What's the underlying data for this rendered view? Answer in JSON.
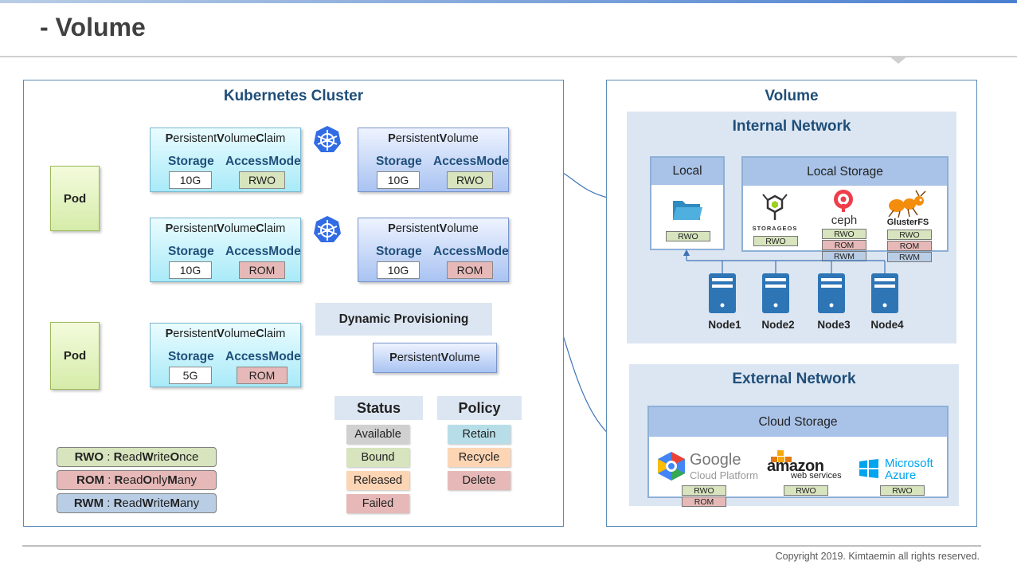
{
  "page": {
    "title": "- Volume",
    "copyright": "Copyright 2019. Kimtaemin all rights reserved."
  },
  "cluster": {
    "title": "Kubernetes Cluster",
    "pod_label": "Pod",
    "storage_label": "Storage",
    "access_label": "AccessMode",
    "pvc_name": {
      "p1": "P",
      "p2": "ersistent",
      "p3": "V",
      "p4": "olume",
      "p5": "C",
      "p6": "laim"
    },
    "pv_name": {
      "p1": "P",
      "p2": "ersistent",
      "p3": "V",
      "p4": "olume"
    },
    "claims": [
      {
        "storage": "10G",
        "mode": "RWO"
      },
      {
        "storage": "10G",
        "mode": "ROM"
      },
      {
        "storage": "5G",
        "mode": "ROM"
      }
    ],
    "volumes": [
      {
        "storage": "10G",
        "mode": "RWO"
      },
      {
        "storage": "10G",
        "mode": "ROM"
      }
    ],
    "dynamic_provisioning": "Dynamic Provisioning",
    "status_title": "Status",
    "policy_title": "Policy",
    "statuses": [
      "Available",
      "Bound",
      "Released",
      "Failed"
    ],
    "policies": [
      "Retain",
      "Recycle",
      "Delete"
    ],
    "legend": [
      {
        "abbr": "RWO",
        "sep": " : ",
        "a": "R",
        "b": "ead",
        "c": "W",
        "d": "rite",
        "e": "O",
        "f": "nce"
      },
      {
        "abbr": "ROM",
        "sep": " : ",
        "a": "R",
        "b": "ead",
        "c": "O",
        "d": "nly",
        "e": "M",
        "f": "any"
      },
      {
        "abbr": "RWM",
        "sep": " : ",
        "a": "R",
        "b": "ead",
        "c": "W",
        "d": "rite",
        "e": "M",
        "f": "any"
      }
    ]
  },
  "volume": {
    "title": "Volume",
    "internal_title": "Internal Network",
    "external_title": "External Network",
    "local_title": "Local",
    "local_storage_title": "Local Storage",
    "cloud_storage_title": "Cloud Storage",
    "local_modes": [
      "RWO"
    ],
    "storageos": {
      "logo_text": "STORAGEOS",
      "modes": [
        "RWO"
      ]
    },
    "ceph": {
      "logo_text": "ceph",
      "modes": [
        "RWO",
        "ROM",
        "RWM"
      ]
    },
    "glusterfs": {
      "logo_text": "GlusterFS",
      "modes": [
        "RWO",
        "ROM",
        "RWM"
      ]
    },
    "nodes": [
      "Node1",
      "Node2",
      "Node3",
      "Node4"
    ],
    "google": {
      "line1": "Google",
      "line2": "Cloud Platform",
      "modes": [
        "RWO",
        "ROM"
      ]
    },
    "aws": {
      "line1": "amazon",
      "line2": "web services",
      "modes": [
        "RWO"
      ]
    },
    "azure": {
      "line1": "Microsoft",
      "line2": "Azure",
      "modes": [
        "RWO"
      ]
    }
  },
  "colors": {
    "frame_border": "#5a8cb8",
    "title_blue": "#1f4e79",
    "mode_rwo": "#d7e4bd",
    "mode_rom": "#e6b9b8",
    "mode_rwm": "#b9cde5",
    "k8s_blue": "#326ce5"
  },
  "icons": [
    "kubernetes-icon",
    "folder-icon",
    "server-icon",
    "storageos-logo",
    "ceph-logo",
    "glusterfs-logo",
    "google-cloud-logo",
    "aws-logo",
    "azure-logo"
  ]
}
